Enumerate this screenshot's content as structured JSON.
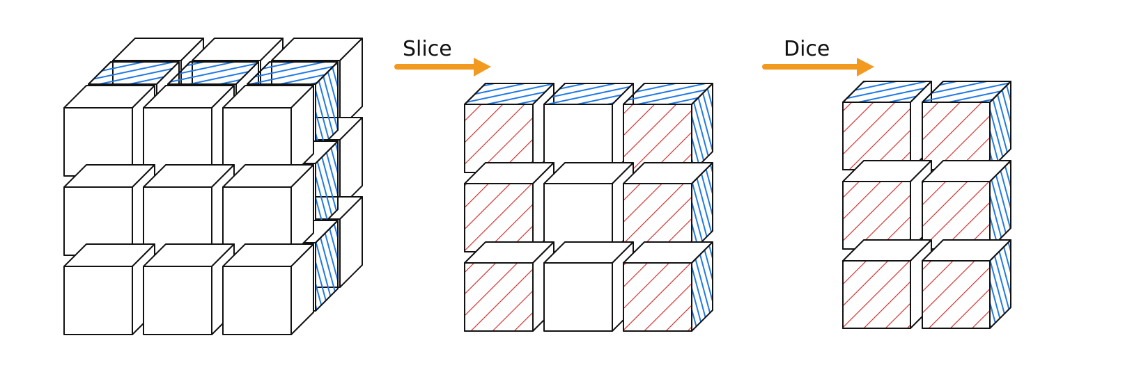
{
  "diagram": {
    "step_labels": {
      "slice": "Slice",
      "dice": "Dice"
    },
    "colors": {
      "outline": "#111111",
      "face": "#ffffff",
      "arrow": "#f29a1f",
      "hatch_selected_top_side": "#1f7ae6",
      "hatch_selected_front": "#d42020"
    },
    "cube_full": {
      "columns": 3,
      "rows": 3,
      "layers": 3
    },
    "cube_slice": {
      "columns": 3,
      "rows": 3,
      "front_highlight_columns": [
        0,
        2
      ],
      "top_highlight": true,
      "side_highlight": true
    },
    "cube_dice": {
      "columns": 2,
      "rows": 3,
      "front_highlight_columns": [
        0,
        1
      ],
      "top_highlight": true,
      "side_highlight": true
    }
  }
}
